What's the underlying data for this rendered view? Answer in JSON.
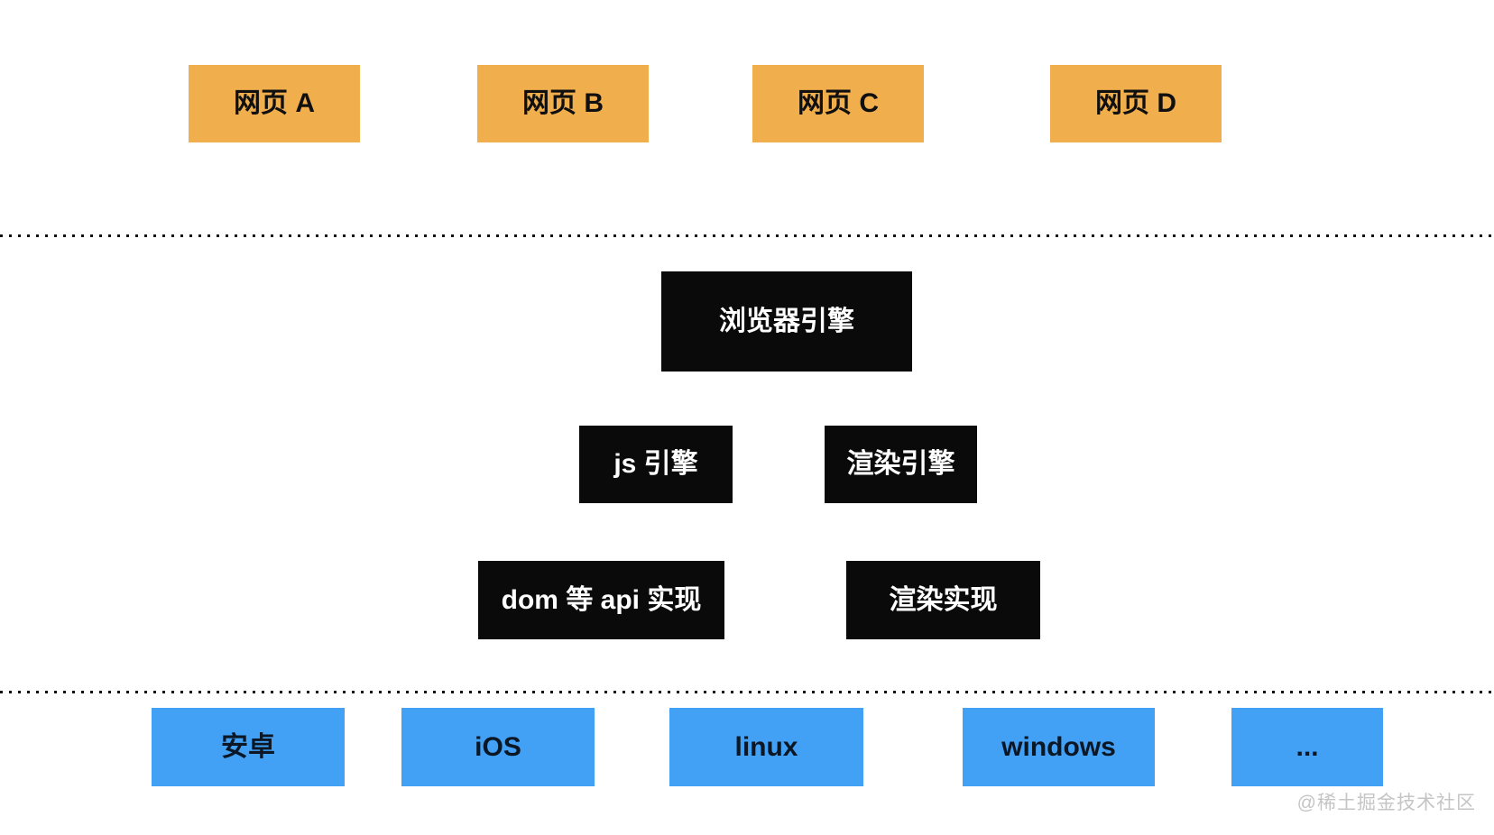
{
  "diagram": {
    "title_domain": "browser-architecture-diagram",
    "top_row": {
      "boxes": [
        {
          "label": "网页 A"
        },
        {
          "label": "网页 B"
        },
        {
          "label": "网页 C"
        },
        {
          "label": "网页 D"
        }
      ]
    },
    "engine_layer": {
      "browser_engine": "浏览器引擎",
      "js_engine": "js 引擎",
      "render_engine": "渲染引擎",
      "dom_api_impl": "dom 等 api 实现",
      "render_impl": "渲染实现"
    },
    "platform_row": {
      "boxes": [
        {
          "label": "安卓"
        },
        {
          "label": "iOS"
        },
        {
          "label": "linux"
        },
        {
          "label": "windows"
        },
        {
          "label": "..."
        }
      ]
    },
    "watermark": "@稀土掘金技术社区",
    "colors": {
      "orange": "#F0AE4C",
      "blue": "#42A0F5",
      "black": "#0A0A0A",
      "dotted": "#111111",
      "watermark": "#C5C5C5",
      "background": "#FFFFFF"
    }
  }
}
